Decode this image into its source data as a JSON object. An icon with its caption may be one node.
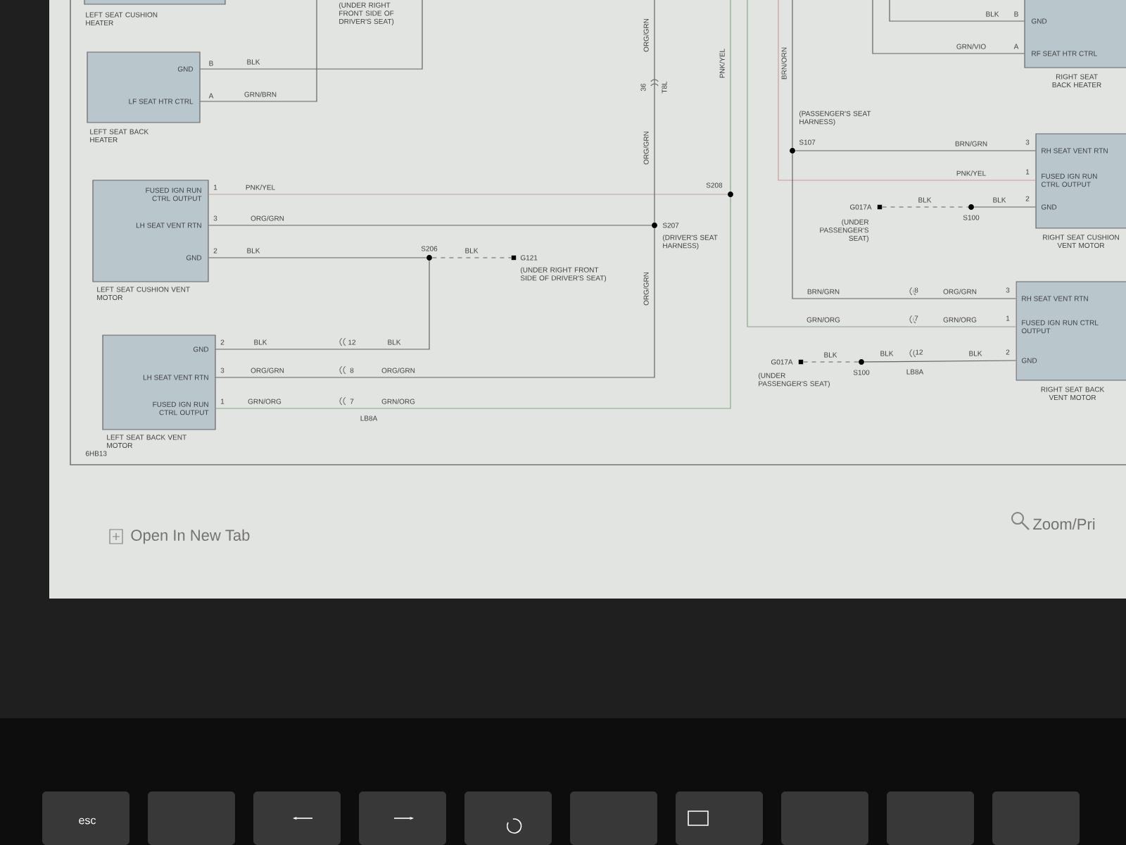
{
  "diagram": {
    "nodes": [
      {
        "text": [
          "LEFT SEAT CUSHION HEATER"
        ]
      },
      {
        "text": [
          "GND",
          "LF SEAT HTR CTRL",
          "LEFT SEAT BACK HEATER"
        ]
      },
      {
        "text": [
          "FUSED IGN RUN CTRL OUTPUT",
          "LH SEAT VENT RTN",
          "GND",
          "LEFT SEAT CUSHION VENT MOTOR"
        ]
      },
      {
        "text": [
          "GND",
          "LH SEAT VENT RTN",
          "FUSED IGN RUN CTRL OUTPUT",
          "LEFT SEAT BACK VENT MOTOR"
        ]
      },
      {
        "text": [],
        "shape": "circle",
        "beside": [
          "S206"
        ]
      },
      {
        "text": [],
        "shape": "box",
        "beside": [
          "G121",
          "(UNDER RIGHT FRONT SIDE OF DRIVER'S SEAT)"
        ]
      },
      {
        "text": [],
        "shape": "circle",
        "beside": [
          "S207",
          "(DRIVER'S SEAT HARNESS)"
        ]
      },
      {
        "text": [],
        "shape": "circle",
        "beside": [
          "S208"
        ]
      },
      {
        "text": [],
        "shape": "circle",
        "beside": [
          "(PASSENGER'S SEAT HARNESS)",
          "S107"
        ]
      },
      {
        "text": [],
        "shape": "box",
        "beside": [
          "G017A",
          "(UNDER PASSENGER'S SEAT)"
        ]
      },
      {
        "text": [],
        "shape": "circle",
        "beside": [
          "S100"
        ]
      },
      {
        "text": [
          "GND",
          "RF SEAT HTR CTRL",
          "RIGHT SEAT BACK HEATER"
        ]
      },
      {
        "text": [
          "RH SEAT VENT RTN",
          "FUSED IGN RUN CTRL OUTPUT",
          "GND",
          "RIGHT SEAT CUSHION VENT MOTOR"
        ]
      },
      {
        "text": [
          "RH SEAT VENT RTN",
          "FUSED IGN RUN CTRL OUTPUT",
          "GND",
          "RIGHT SEAT BACK VENT MOTOR"
        ]
      },
      {
        "text": [],
        "shape": "box",
        "beside": [
          "G017A",
          "(UNDER PASSENGER'S SEAT)"
        ]
      },
      {
        "text": [],
        "shape": "circle",
        "beside": [
          "S100"
        ]
      }
    ],
    "edges": [
      {
        "from": 1,
        "to": null,
        "arrow": "none",
        "label": "BLK"
      },
      {
        "from": 1,
        "to": null,
        "arrow": "none",
        "label": "GRN/BRN"
      },
      {
        "from": 2,
        "to": 7,
        "arrow": "none",
        "label": "PNK/YEL",
        "color": "#c79c9c"
      },
      {
        "from": 2,
        "to": 6,
        "arrow": "none",
        "label": "ORG/GRN"
      },
      {
        "from": 2,
        "to": 4,
        "arrow": "none",
        "label": "BLK"
      },
      {
        "from": 4,
        "to": 5,
        "arrow": "none",
        "label": "BLK",
        "style": "dashed"
      },
      {
        "from": 3,
        "to": 4,
        "arrow": "none",
        "label": "BLK"
      },
      {
        "from": 3,
        "to": 6,
        "arrow": "none",
        "label": "ORG/GRN"
      },
      {
        "from": 3,
        "to": 7,
        "arrow": "none",
        "label": "GRN/ORG",
        "color": "#86a886"
      },
      {
        "from": 6,
        "to": null,
        "arrow": "none",
        "label": "ORG/GRN"
      },
      {
        "from": 7,
        "to": null,
        "arrow": "none",
        "label": "PNK/YEL",
        "color": "#86a886"
      },
      {
        "from": null,
        "to": 8,
        "arrow": "none",
        "label": "BRN/ORN"
      },
      {
        "from": 8,
        "to": 12,
        "arrow": "none",
        "label": "BRN/GRN"
      },
      {
        "from": null,
        "to": 12,
        "arrow": "none",
        "label": "PNK/YEL",
        "color": "#c79c9c"
      },
      {
        "from": 9,
        "to": 10,
        "arrow": "none",
        "label": "BLK",
        "style": "dashed"
      },
      {
        "from": 10,
        "to": 12,
        "arrow": "none",
        "label": "BLK"
      },
      {
        "from": 8,
        "to": 13,
        "arrow": "none",
        "label": "BRN/GRN"
      },
      {
        "from": null,
        "to": 13,
        "arrow": "none",
        "label": "GRN/ORG",
        "color": "#86a886"
      },
      {
        "from": 14,
        "to": 15,
        "arrow": "none",
        "label": "BLK",
        "style": "dashed"
      },
      {
        "from": 15,
        "to": 13,
        "arrow": "none",
        "label": "BLK"
      },
      {
        "from": null,
        "to": 11,
        "arrow": "none",
        "label": "BLK"
      },
      {
        "from": null,
        "to": 11,
        "arrow": "none",
        "label": "GRN/VIO"
      }
    ],
    "labels": [
      "(UNDER RIGHT FRONT SIDE OF DRIVER'S SEAT)",
      "B",
      "A",
      "ORG/GRN",
      "36",
      "T8L",
      "B",
      "A",
      "1",
      "3",
      "2",
      "3",
      "1",
      "2",
      "ORG/GRN",
      "2",
      "12",
      "BLK",
      "3",
      "8",
      "ORG/GRN",
      "1",
      "7",
      "GRN/ORG",
      "LB8A",
      "8",
      "ORG/GRN",
      "3",
      "7",
      "GRN/ORG",
      "1",
      "BLK",
      "12",
      "LB8A",
      "2",
      "6HB13",
      "Open In New Tab",
      "Zoom/Pri",
      "esc"
    ]
  }
}
